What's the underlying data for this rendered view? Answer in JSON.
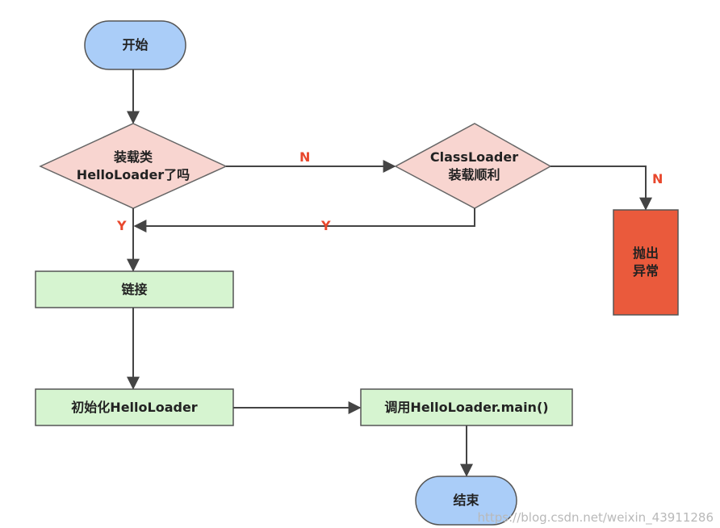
{
  "nodes": {
    "start": "开始",
    "decision_loaded": [
      "装载类",
      "HelloLoader了吗"
    ],
    "decision_classloader": [
      "ClassLoader",
      "装载顺利"
    ],
    "throw": [
      "抛出",
      "异常"
    ],
    "link": "链接",
    "init": "初始化HelloLoader",
    "call": "调用HelloLoader.main()",
    "end": "结束"
  },
  "edges": {
    "n1": "N",
    "n2": "N",
    "y1": "Y",
    "y2": "Y"
  },
  "colors": {
    "terminal": "#aacdf8",
    "decision": "#f8d5d0",
    "process": "#d6f4d0",
    "error": "#ea5a3c",
    "line": "#444444",
    "edge_label": "#e8472c"
  },
  "watermark": "https://blog.csdn.net/weixin_43911286"
}
